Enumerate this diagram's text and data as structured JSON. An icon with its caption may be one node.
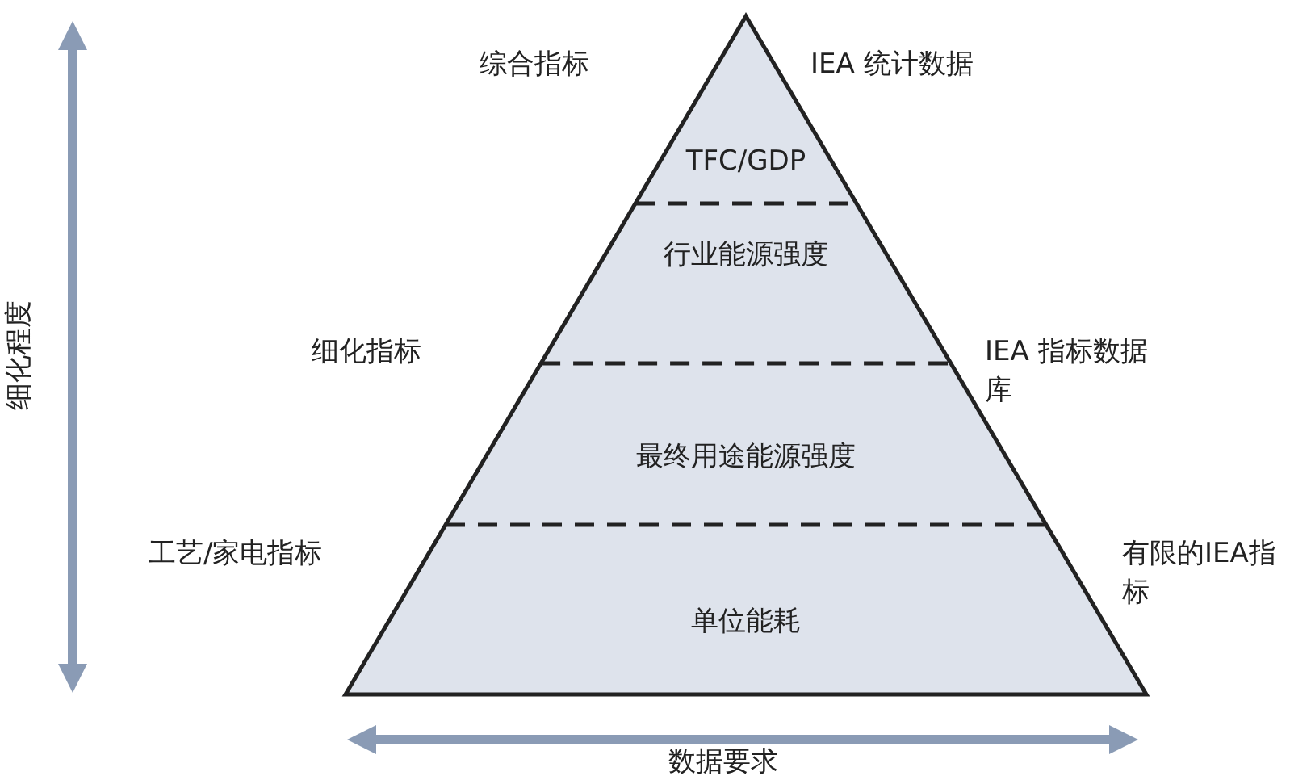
{
  "diagram": {
    "nodes": [
      {
        "text": [
          "TFC/GDP"
        ]
      },
      {
        "text": [
          "行业能源强度"
        ]
      },
      {
        "text": [
          "最终用途能源强度"
        ]
      },
      {
        "text": [
          "单位能耗"
        ]
      }
    ],
    "labels": [
      "综合指标",
      "IEA 统计数据",
      "细化指标",
      "IEA 指标数据库",
      "工艺/家电指标",
      "有限的IEA指标",
      "细化程度",
      "数据要求"
    ]
  }
}
